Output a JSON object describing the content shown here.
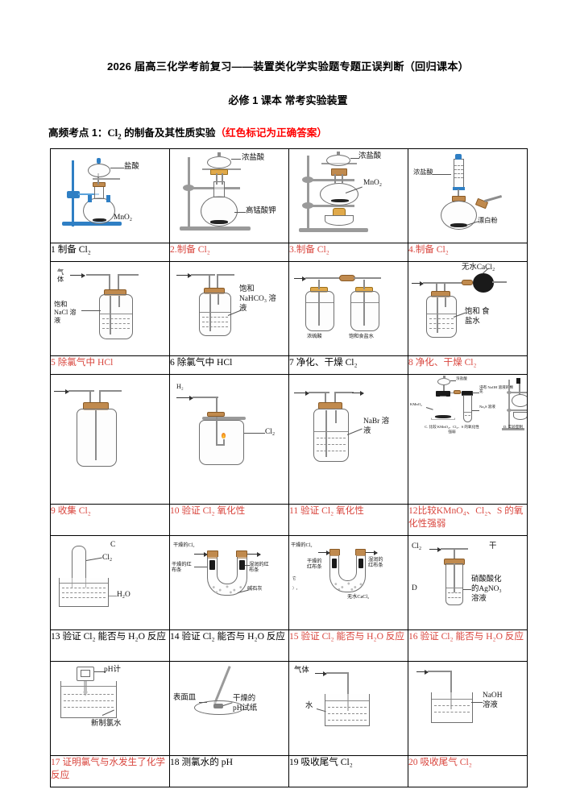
{
  "document": {
    "title": "2026 届高三化学考前复习——装置类化学实验题专题正误判断（回归课本）",
    "subtitle": "必修 1 课本  常考实验装置",
    "section_prefix": "高频考点 1：",
    "section_formula": "Cl",
    "section_formula_sub": "2",
    "section_mid": " 的制备及其性质实验",
    "section_note": "（红色标记为正确答案）"
  },
  "legend": {
    "red_means": "红色标记为正确答案",
    "red_color": "#ff0000",
    "label_red": "#d9453d"
  },
  "table": {
    "rows": 5,
    "cols": 4,
    "cells": [
      {
        "id": 1,
        "label": "1 制备 Cl₂",
        "correct": false,
        "diagram": "round-flask-dropping-funnel-on-stand",
        "figure_labels": [
          "盐酸",
          "MnO₂"
        ]
      },
      {
        "id": 2,
        "label": "2.制备 Cl₂",
        "correct": true,
        "diagram": "round-flask-dropping-funnel-tall-stand",
        "figure_labels": [
          "浓盐酸",
          "高锰酸钾"
        ]
      },
      {
        "id": 3,
        "label": "3.制备 Cl₂",
        "correct": true,
        "diagram": "heated-flask-dropping-funnel-alcohol-lamp",
        "figure_labels": [
          "浓盐酸",
          "MnO₂"
        ]
      },
      {
        "id": 4,
        "label": "4.制备 Cl₂",
        "correct": true,
        "diagram": "bleaching-powder-flask-with-burette",
        "figure_labels": [
          "浓盐酸",
          "漂白粉"
        ]
      },
      {
        "id": 5,
        "label": "5 除氯气中 HCl",
        "correct": true,
        "diagram": "gas-wash-bottle-long-tube-in-liquid",
        "figure_labels": [
          "气体",
          "饱和 NaCl 溶液"
        ]
      },
      {
        "id": 6,
        "label": "6 除氯气中 HCl",
        "correct": false,
        "diagram": "gas-wash-bottle-nahco3",
        "figure_labels": [
          "饱和 NaHCO₃ 溶液"
        ]
      },
      {
        "id": 7,
        "label": "7 净化、干燥 Cl₂",
        "correct": false,
        "diagram": "two-wash-bottles-series",
        "figure_labels": [
          "浓硫酸",
          "饱和食盐水"
        ]
      },
      {
        "id": 8,
        "label": "8 净化、干燥 Cl₂",
        "correct": true,
        "diagram": "wash-bottle-then-drying-tube",
        "figure_labels": [
          "无水CaCl₂",
          "饱和 食盐水"
        ]
      },
      {
        "id": 9,
        "label": "9 收集 Cl₂",
        "correct": true,
        "diagram": "collection-bottle-long-tube-down",
        "figure_labels": []
      },
      {
        "id": 10,
        "label": "10 验证 Cl₂ 氧化性",
        "correct": true,
        "diagram": "h2-burning-in-cl2-bottle",
        "figure_labels": [
          "H₂",
          "Cl₂"
        ]
      },
      {
        "id": 11,
        "label": "11 验证 Cl₂ 氧化性",
        "correct": true,
        "diagram": "wash-bottle-nabr-solution",
        "figure_labels": [
          "NaBr 溶液"
        ]
      },
      {
        "id": 12,
        "label": "12比较KMnO₄、Cl₂、S 的氧化性强弱",
        "correct": true,
        "diagram": "kmno4-flask-and-na2s-tube-plus-side-apparatus",
        "figure_labels": [
          "浓盐酸",
          "浸有 NaOH 溶液的棉花",
          "KMnO₄",
          "Na₂S 溶液",
          "C. 比较 KMnO₄、Cl₂、S 的氧化性强弱",
          "D. 实验室制"
        ]
      },
      {
        "id": 13,
        "label": "13 验证 Cl₂ 能否与 H₂O 反应",
        "correct": false,
        "diagram": "test-tube-inverted-over-water",
        "figure_labels": [
          "C",
          "Cl₂",
          "H₂O"
        ]
      },
      {
        "id": 14,
        "label": "14 验证 Cl₂ 能否与 H₂O 反应",
        "correct": false,
        "diagram": "u-tube-dry-wet-cloth-soda-lime",
        "figure_labels": [
          "干燥的Cl₂",
          "干燥的红布条",
          "湿润的红布条",
          "碱石灰"
        ]
      },
      {
        "id": 15,
        "label": "15 验证 Cl₂ 能否与 H₂O 反应",
        "correct": true,
        "diagram": "u-tube-dry-wet-cloth-cacl2",
        "figure_labels": [
          "干燥的Cl₂",
          "干燥的红布条",
          "湿润的红布条",
          "无水CaCl₂"
        ]
      },
      {
        "id": 16,
        "label": "16 验证 Cl₂ 能否与 H₂O 反应",
        "correct": true,
        "diagram": "test-tube-agno3-solution",
        "figure_labels": [
          "Cl₂",
          "干",
          "D",
          "硝酸酸化的AgNO₃溶液"
        ]
      },
      {
        "id": 17,
        "label": "17 证明氯气与水发生了化学反应",
        "correct": true,
        "diagram": "ph-meter-in-fresh-chlorine-water",
        "figure_labels": [
          "pH计",
          "新制氯水"
        ]
      },
      {
        "id": 18,
        "label": "18 测氯水的 pH",
        "correct": false,
        "diagram": "watch-glass-with-dry-ph-paper",
        "figure_labels": [
          "表面皿",
          "干燥的 pH试纸"
        ]
      },
      {
        "id": 19,
        "label": "19 吸收尾气 Cl₂",
        "correct": false,
        "diagram": "tube-into-water-beaker",
        "figure_labels": [
          "气体",
          "水"
        ]
      },
      {
        "id": 20,
        "label": "20 吸收尾气 Cl₂",
        "correct": true,
        "diagram": "tube-into-naoh-beaker",
        "figure_labels": [
          "NaOH 溶液"
        ]
      }
    ]
  }
}
